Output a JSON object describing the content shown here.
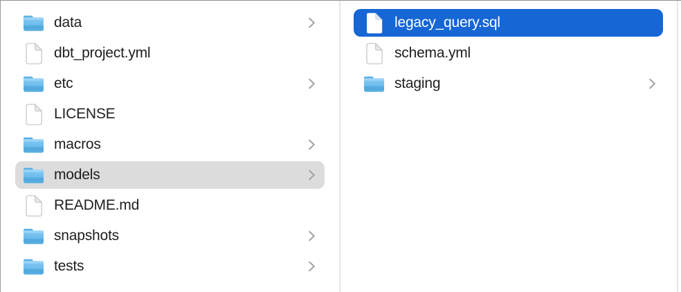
{
  "view": "file-browser-column-view",
  "colors": {
    "selection_active_blue": "#1666d6",
    "selection_inactive_gray": "#dcdcdc",
    "text": "#1e1e1e",
    "selected_text": "#ffffff",
    "divider": "#e6e6e6",
    "chevron_gray": "#a3a3a3"
  },
  "columns": [
    {
      "name": "left",
      "items": [
        {
          "label": "data",
          "icon": "folder",
          "chevron": true,
          "selected": "none"
        },
        {
          "label": "dbt_project.yml",
          "icon": "document",
          "chevron": false,
          "selected": "none"
        },
        {
          "label": "etc",
          "icon": "folder",
          "chevron": true,
          "selected": "none"
        },
        {
          "label": "LICENSE",
          "icon": "document",
          "chevron": false,
          "selected": "none"
        },
        {
          "label": "macros",
          "icon": "folder",
          "chevron": true,
          "selected": "none"
        },
        {
          "label": "models",
          "icon": "folder",
          "chevron": true,
          "selected": "inactive"
        },
        {
          "label": "README.md",
          "icon": "document",
          "chevron": false,
          "selected": "none"
        },
        {
          "label": "snapshots",
          "icon": "folder",
          "chevron": true,
          "selected": "none"
        },
        {
          "label": "tests",
          "icon": "folder",
          "chevron": true,
          "selected": "none"
        }
      ]
    },
    {
      "name": "right",
      "items": [
        {
          "label": "legacy_query.sql",
          "icon": "document",
          "chevron": false,
          "selected": "active"
        },
        {
          "label": "schema.yml",
          "icon": "document",
          "chevron": false,
          "selected": "none"
        },
        {
          "label": "staging",
          "icon": "folder",
          "chevron": true,
          "selected": "none"
        }
      ]
    }
  ]
}
